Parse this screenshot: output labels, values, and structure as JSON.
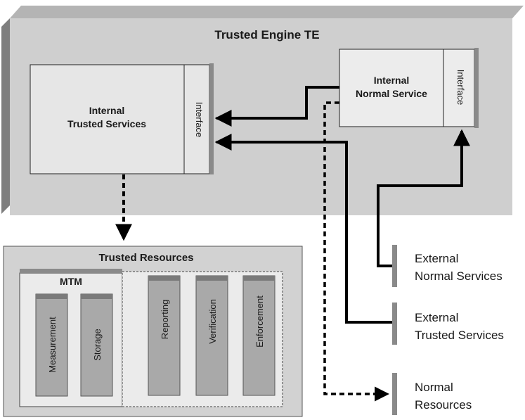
{
  "engine": {
    "title": "Trusted Engine TE"
  },
  "trusted_services": {
    "line1": "Internal",
    "line2": "Trusted Services",
    "interface_label": "Interface"
  },
  "normal_service": {
    "line1": "Internal",
    "line2": "Normal Service",
    "interface_label": "Interface"
  },
  "resources": {
    "title": "Trusted Resources",
    "mtm_label": "MTM",
    "items": [
      "Measurement",
      "Storage",
      "Reporting",
      "Verification",
      "Enforcement"
    ]
  },
  "external": {
    "normal_services": [
      "External",
      "Normal Services"
    ],
    "trusted_services": [
      "External",
      "Trusted Services"
    ],
    "normal_resources": [
      "Normal",
      "Resources"
    ]
  },
  "colors": {
    "engine_face": "#cfcfcf",
    "engine_shadow": "#8c8c8c",
    "engine_top": "#b0b0b0",
    "box_fill": "#e6e6e6",
    "interface_bar": "#8a8a8a",
    "resource_bar": "#a9a9a9",
    "stroke": "#000000"
  }
}
